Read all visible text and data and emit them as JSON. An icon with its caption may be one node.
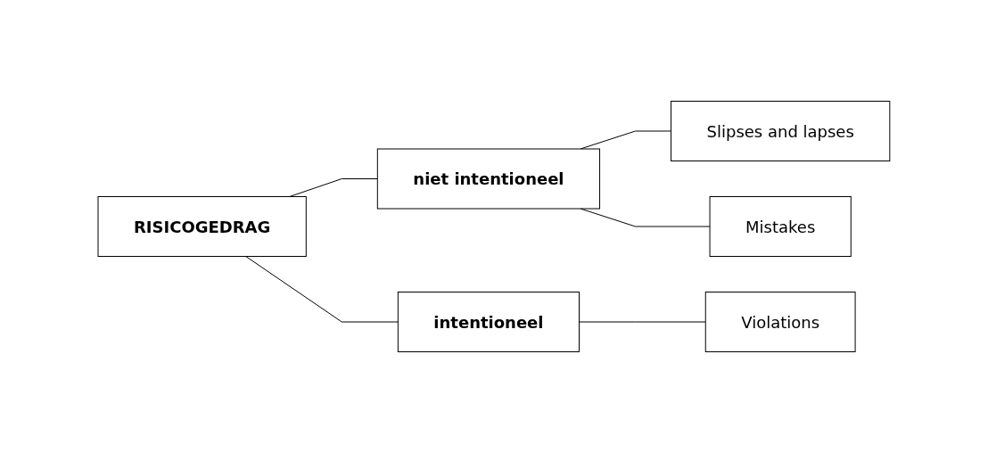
{
  "diagram": {
    "nodes": [
      {
        "text": [
          "RISICOGEDRAG"
        ]
      },
      {
        "text": [
          "niet intentioneel"
        ]
      },
      {
        "text": [
          "Slipses and lapses"
        ]
      },
      {
        "text": [
          "Mistakes"
        ]
      },
      {
        "text": [
          "intentioneel"
        ]
      },
      {
        "text": [
          "Violations"
        ]
      }
    ],
    "edges": [
      {
        "from": 0,
        "to": 1,
        "arrow": "none"
      },
      {
        "from": 1,
        "to": 2,
        "arrow": "none"
      },
      {
        "from": 1,
        "to": 3,
        "arrow": "none"
      },
      {
        "from": 0,
        "to": 4,
        "arrow": "none"
      },
      {
        "from": 4,
        "to": 5,
        "arrow": "none"
      }
    ]
  }
}
